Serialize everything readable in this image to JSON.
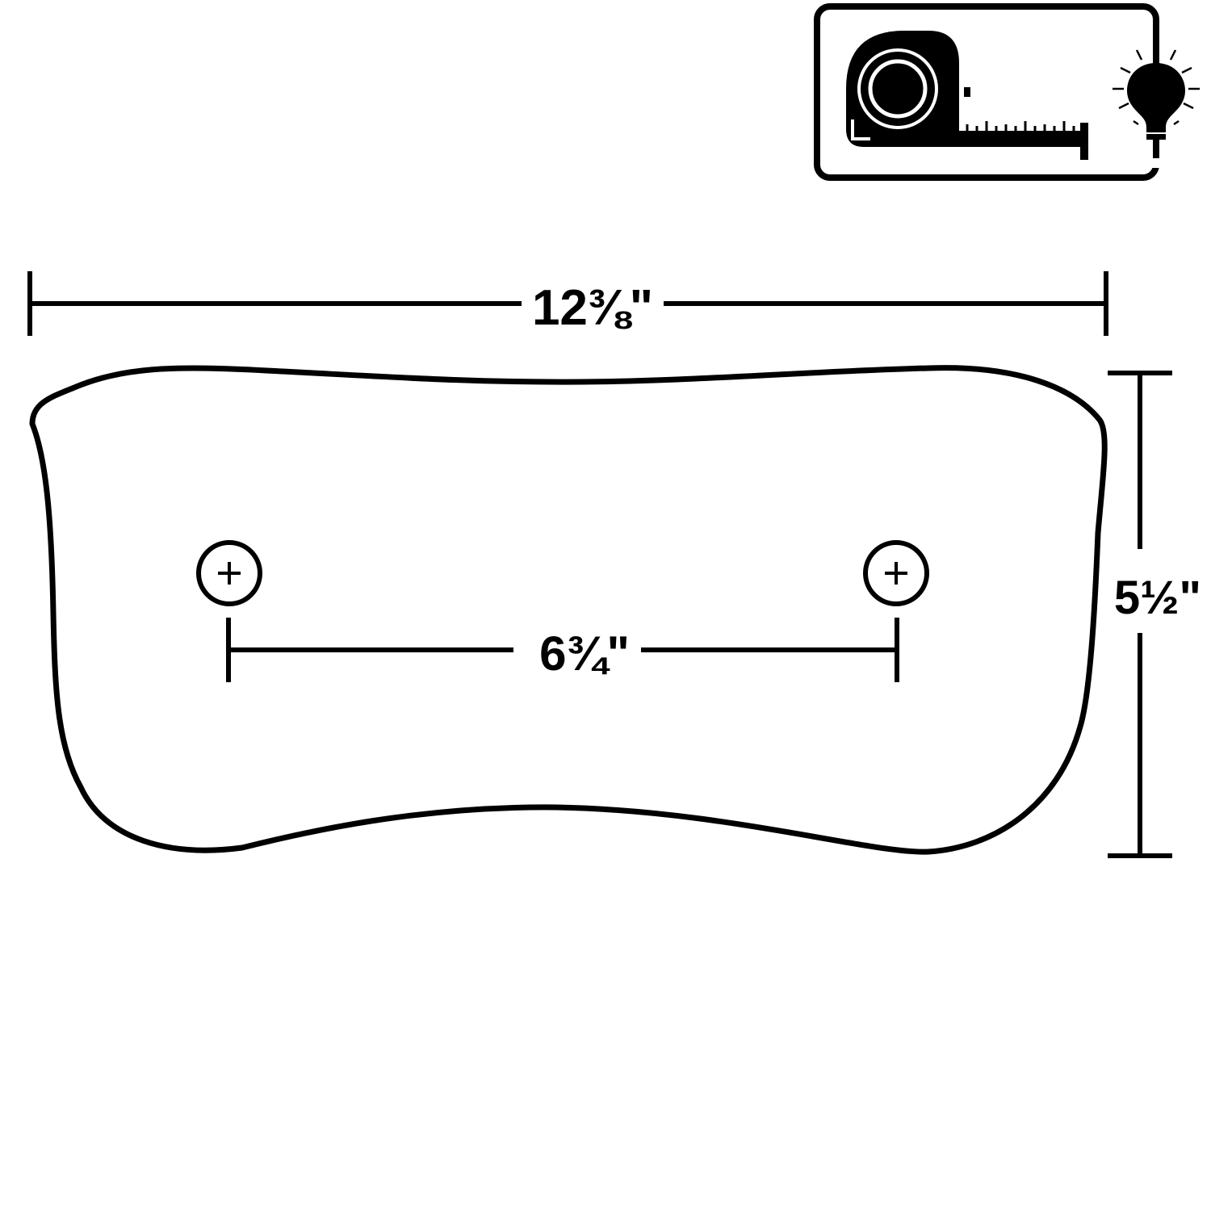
{
  "colors": {
    "ink": "#000000",
    "background": "#ffffff"
  },
  "badge": {
    "icons": [
      "tape-measure-icon",
      "lightbulb-icon"
    ]
  },
  "dimensions": {
    "width_label": "12⅜\"",
    "height_label": "5½\"",
    "hole_spacing_label": "6¾\""
  },
  "holes": {
    "count": 2,
    "icon": "screw-hole-icon"
  }
}
